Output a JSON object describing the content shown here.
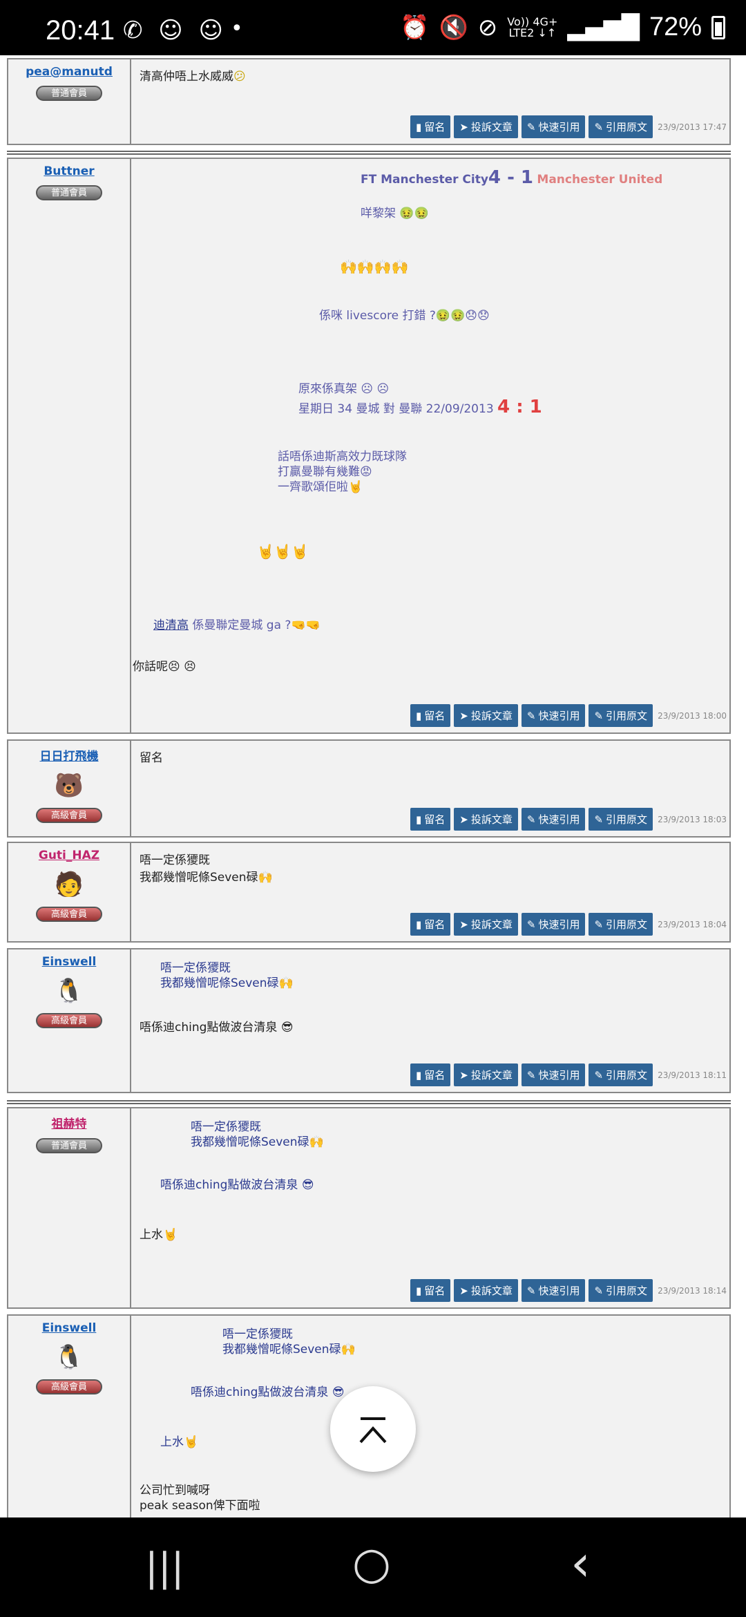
{
  "status_bar": {
    "time": "20:41",
    "left_icons": "✆ ☺ ☺",
    "dot": "•",
    "network_top": "Vo)) 4G+",
    "network_bottom": "LTE2 ↓↑",
    "battery": "72%"
  },
  "buttons": {
    "bookmark": "留名",
    "report": "投訴文章",
    "quick_quote": "快速引用",
    "quote": "引用原文"
  },
  "badges": {
    "normal": "普通會員",
    "senior": "高級會員"
  },
  "posts": [
    {
      "user": "pea@manutd",
      "lines": [
        "清高仲唔上水威威"
      ],
      "time": "23/9/2013 17:47"
    },
    {
      "user": "Buttner",
      "match_left": "FT Manchester City",
      "match_score": "4 - 1",
      "match_right": "Manchester United",
      "l1": "咩黎架",
      "l2": "係咪 livescore 打錯 ?",
      "l3": "原來係真架",
      "l4_pre": "星期日 34 曼城 對 曼聯 22/09/2013",
      "l4_score": "4 : 1",
      "l5": "話唔係迪斯高效力既球隊",
      "l6": "打贏曼聯有幾難",
      "l7": "一齊歌頌佢啦",
      "l8_link": "迪清高",
      "l8_rest": " 係曼聯定曼城 ga ?",
      "l9": "你話呢",
      "time": "23/9/2013 18:00"
    },
    {
      "user": "日日打飛機",
      "lines": [
        "留名"
      ],
      "time": "23/9/2013 18:03"
    },
    {
      "user": "Guti_HAZ",
      "lines": [
        "唔一定係獿既",
        "我都幾憎呢條Seven碌"
      ],
      "time": "23/9/2013 18:04"
    },
    {
      "user": "Einswell",
      "q1": "唔一定係獿既",
      "q2": "我都幾憎呢條Seven碌",
      "reply": "唔係迪ching點做波台清泉",
      "time": "23/9/2013 18:11"
    },
    {
      "user": "祖赫特",
      "q1": "唔一定係獿既",
      "q2": "我都幾憎呢條Seven碌",
      "q3": "唔係迪ching點做波台清泉",
      "reply": "上水",
      "time": "23/9/2013 18:14"
    },
    {
      "user": "Einswell",
      "q1": "唔一定係獿既",
      "q2": "我都幾憎呢條Seven碌",
      "q3": "唔係迪ching點做波台清泉",
      "q4": "上水",
      "r1": "公司忙到喊呀",
      "r2": "peak season俾下面啦"
    }
  ],
  "scroll_top_icon": "chevron-up-icon",
  "nav": {
    "recents": "|||",
    "home": "○",
    "back": "‹"
  }
}
